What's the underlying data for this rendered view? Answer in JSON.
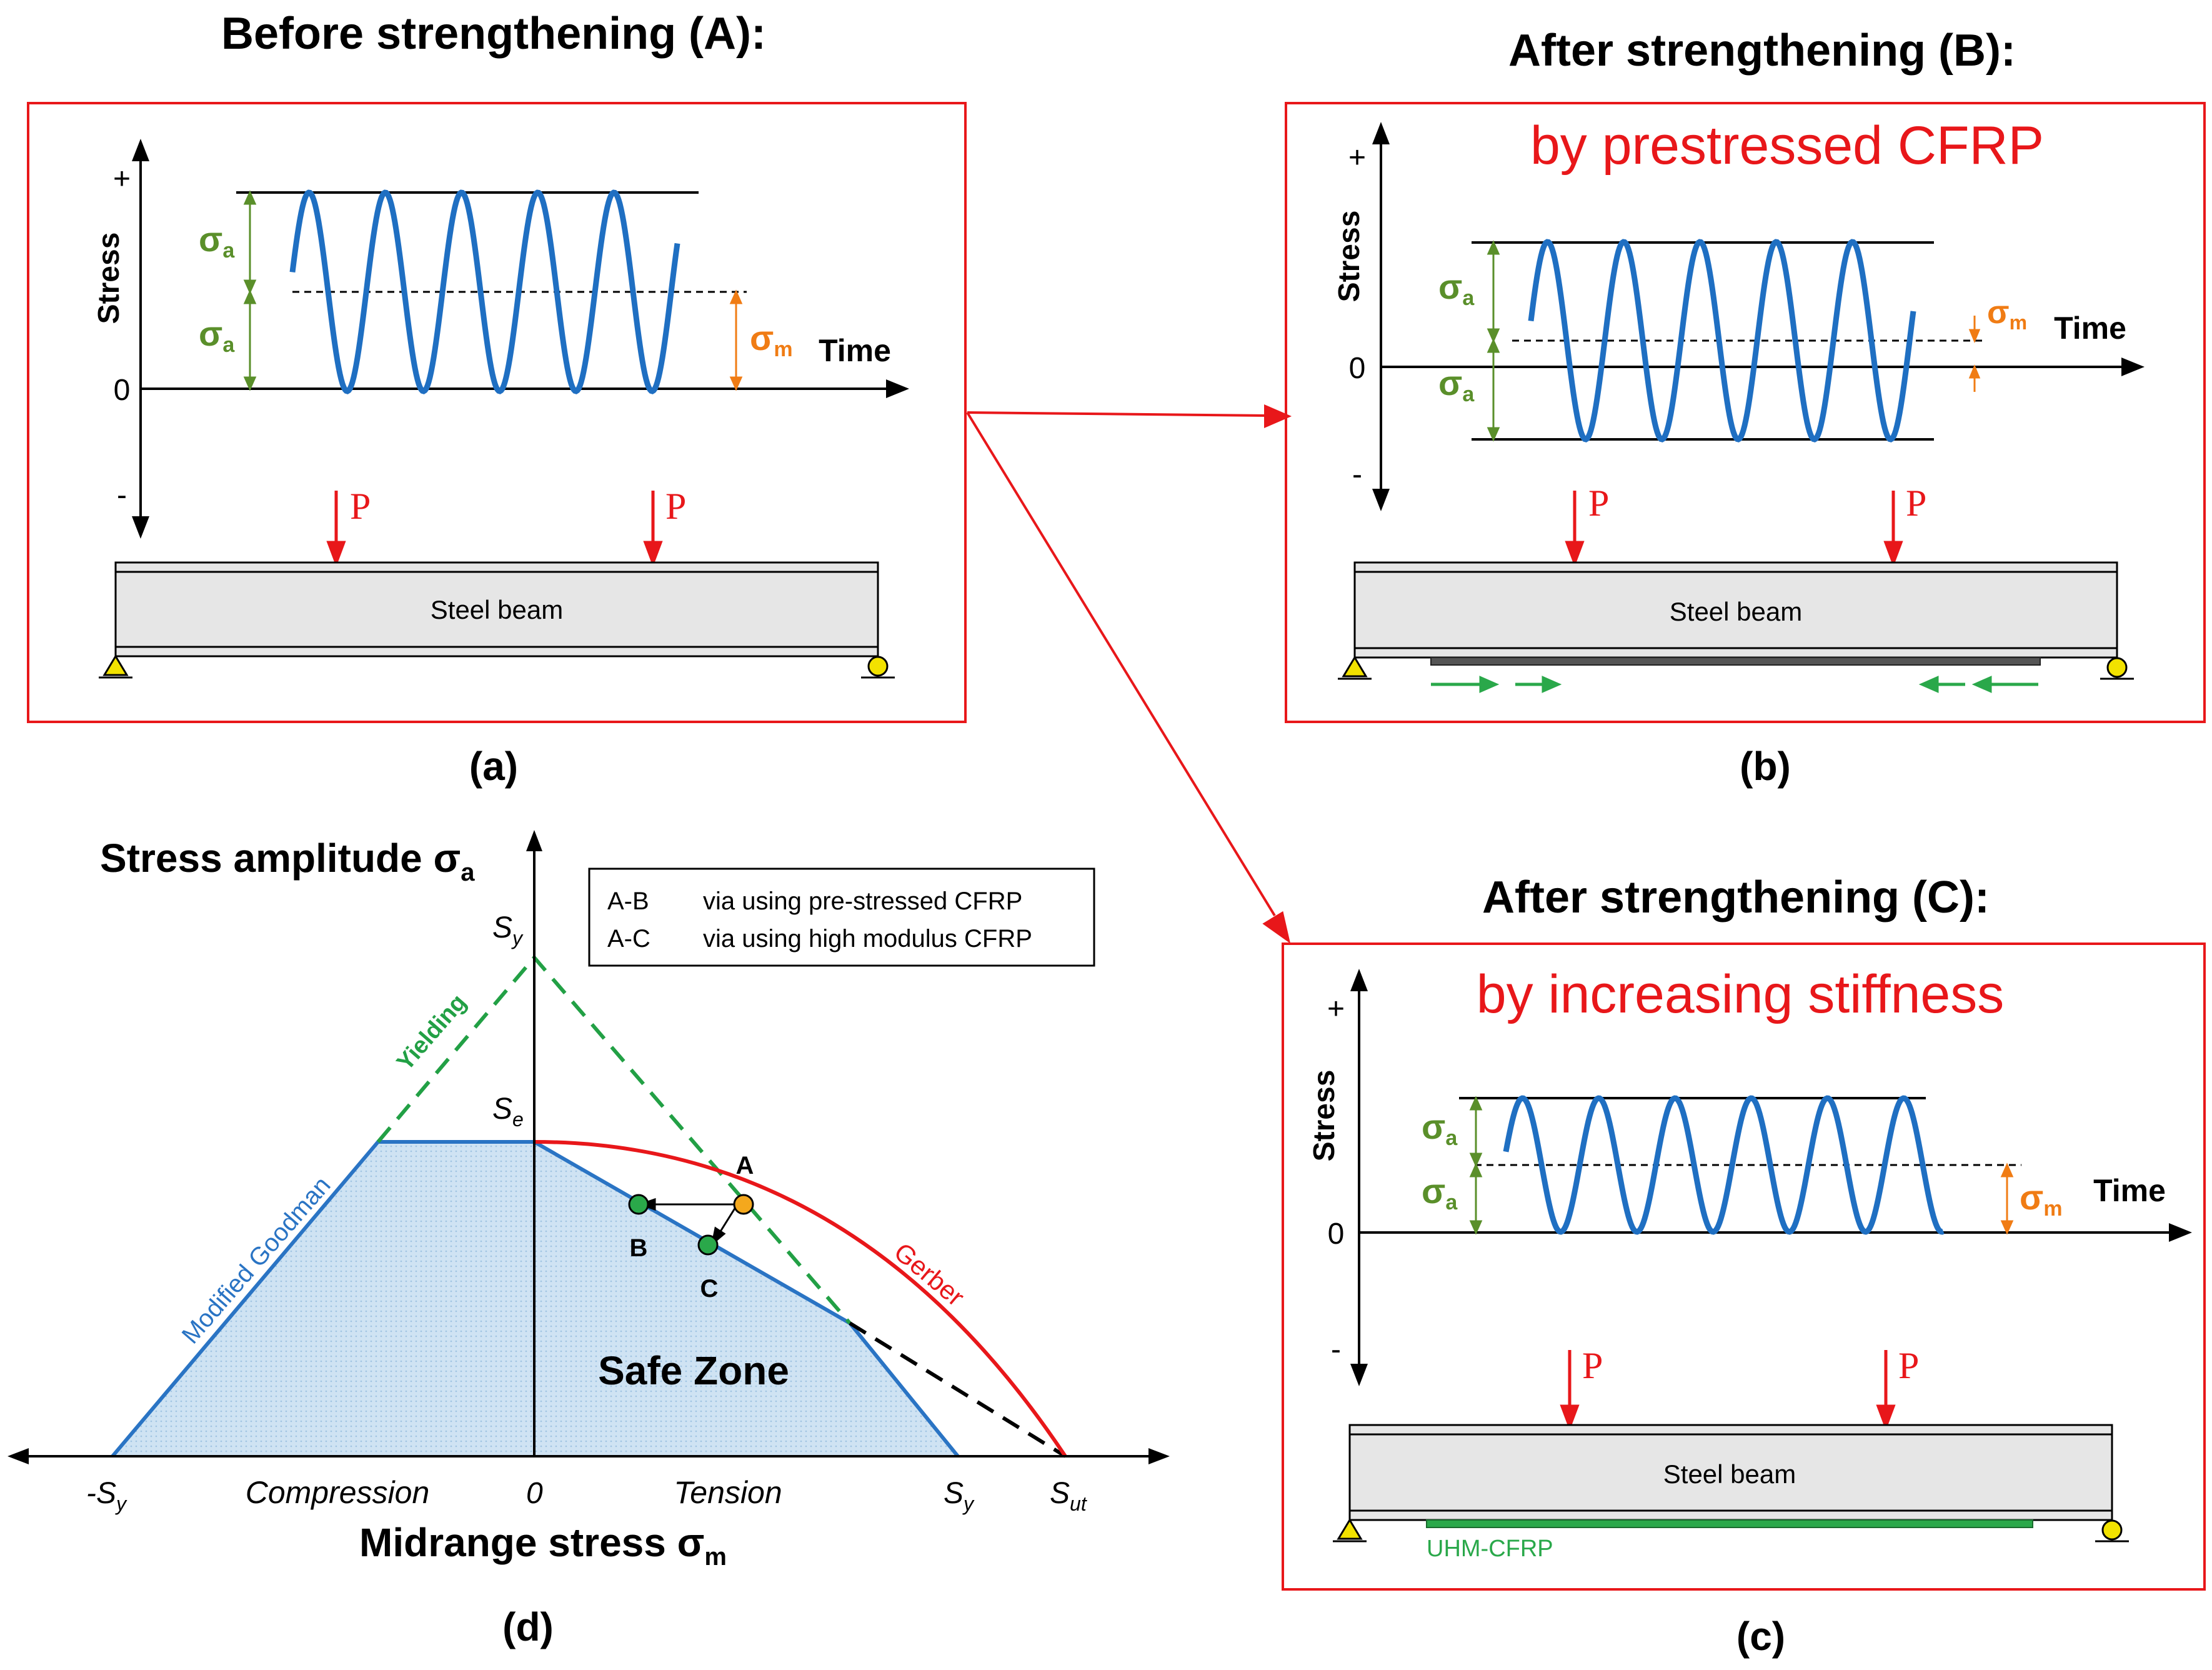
{
  "panels": {
    "a": {
      "title": "Before strengthening (A):",
      "caption": "(a)",
      "axis_plus": "+",
      "axis_zero": "0",
      "axis_minus": "-",
      "ylabel": "Stress",
      "xlabel": "Time",
      "amp_label": "σ",
      "amp_sub": "a",
      "mean_label": "σ",
      "mean_sub": "m",
      "load_label": "P",
      "beam_label": "Steel beam"
    },
    "b": {
      "title": "After strengthening (B):",
      "subtitle": "by prestressed CFRP",
      "caption": "(b)",
      "axis_plus": "+",
      "axis_zero": "0",
      "axis_minus": "-",
      "ylabel": "Stress",
      "xlabel": "Time",
      "amp_label": "σ",
      "amp_sub": "a",
      "mean_label": "σ",
      "mean_sub": "m",
      "load_label": "P",
      "beam_label": "Steel beam"
    },
    "c": {
      "title": "After strengthening (C):",
      "subtitle": "by increasing stiffness",
      "caption": "(c)",
      "axis_plus": "+",
      "axis_zero": "0",
      "axis_minus": "-",
      "ylabel": "Stress",
      "xlabel": "Time",
      "amp_label": "σ",
      "amp_sub": "a",
      "mean_label": "σ",
      "mean_sub": "m",
      "load_label": "P",
      "beam_label": "Steel beam",
      "plate_label": "UHM-CFRP"
    },
    "d": {
      "caption": "(d)",
      "ylabel": "Stress amplitude σ",
      "ylabel_sub": "a",
      "xlabel": "Midrange stress σ",
      "xlabel_sub": "m",
      "legend": [
        {
          "key": "A-B",
          "text": "via using pre-stressed CFRP"
        },
        {
          "key": "A-C",
          "text": "via using high modulus CFRP"
        }
      ],
      "tick_sy_top": "S",
      "tick_sy_top_sub": "y",
      "tick_se": "S",
      "tick_se_sub": "e",
      "tick_neg_sy": "-S",
      "tick_neg_sy_sub": "y",
      "tick_zero": "0",
      "tick_sy": "S",
      "tick_sy_sub": "y",
      "tick_sut": "S",
      "tick_sut_sub": "ut",
      "region_compression": "Compression",
      "region_tension": "Tension",
      "safe_zone": "Safe Zone",
      "curve_yielding": "Yielding",
      "curve_goodman": "Modified Goodman",
      "curve_gerber": "Gerber",
      "points": [
        {
          "label": "A",
          "color": "#f4a81d"
        },
        {
          "label": "B",
          "color": "#2aa84a"
        },
        {
          "label": "C",
          "color": "#2aa84a"
        }
      ]
    }
  },
  "colors": {
    "frame": "#e8171a",
    "wave": "#1f6fc2",
    "amplitude": "#5a8f2a",
    "mean": "#f07c14",
    "load": "#e8171a",
    "prestress": "#2aa84a",
    "goodman": "#2a74c4",
    "yielding": "#22a045",
    "gerber": "#e8171a",
    "safe_fill": "#c7dff2"
  }
}
